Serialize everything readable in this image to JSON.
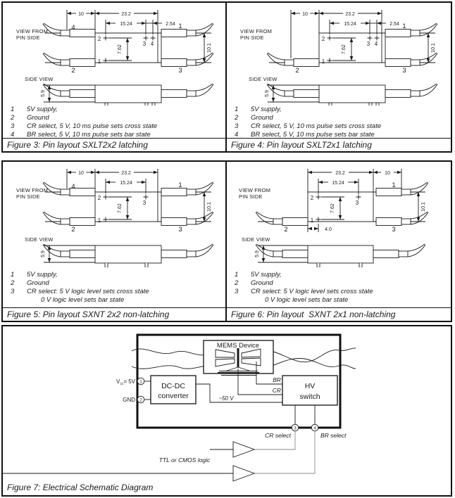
{
  "fig3": {
    "view_label1": "VIEW FROM",
    "view_label2": "PIN SIDE",
    "side_label": "SIDE VIEW",
    "dims": {
      "d10": "10",
      "dwidth": "23.2",
      "dspan": "15.24",
      "dgap": "2.54",
      "dv": "7.62",
      "dh": "10.1",
      "dside": "5.9"
    },
    "ports": {
      "tl": "4",
      "bl": "2",
      "tr": "1",
      "br": "3"
    },
    "pins": {
      "p2": "2",
      "p1": "1",
      "p3": "3",
      "p4": "4"
    },
    "notes": [
      {
        "n": "1",
        "t": "5V supply,"
      },
      {
        "n": "2",
        "t": "Ground"
      },
      {
        "n": "3",
        "t": "CR select, 5 V, 10 ms pulse sets cross state"
      },
      {
        "n": "4",
        "t": "BR select, 5 V, 10 ms pulse sets bar state"
      }
    ],
    "caption": "Figure 3: Pin layout SXLT2x2 latching"
  },
  "fig4": {
    "view_label1": "VIEW FROM",
    "view_label2": "PIN SIDE",
    "side_label": "SIDE VIEW",
    "dims": {
      "d10": "10",
      "dwidth": "23.2",
      "dspan": "15.24",
      "dgap": "2.54",
      "dv": "7.62",
      "dh": "10.1",
      "dside": "5.9"
    },
    "ports": {
      "bl": "2",
      "tr": "1",
      "br": "3"
    },
    "pins": {
      "p2": "2",
      "p1": "1",
      "p3": "3",
      "p4": "4"
    },
    "notes": [
      {
        "n": "1",
        "t": "5V supply,"
      },
      {
        "n": "2",
        "t": "Ground"
      },
      {
        "n": "3",
        "t": "CR select, 5 V, 10 ms pulse sets cross state"
      },
      {
        "n": "4",
        "t": "BR select, 5 V, 10 ms pulse sets bar state"
      }
    ],
    "caption": "Figure 4: Pin layout SXLT2x1 latching"
  },
  "fig5": {
    "view_label1": "VIEW FROM",
    "view_label2": "PIN SIDE",
    "side_label": "SIDE VIEW",
    "dims": {
      "d10": "10",
      "dwidth": "23.2",
      "dspan": "15.24",
      "dv": "7.62",
      "dh": "10.1",
      "dside": "5.9"
    },
    "ports": {
      "tl": "4",
      "bl": "2",
      "tr": "1",
      "br": "3"
    },
    "pins": {
      "p2": "2",
      "p1": "1",
      "p3": "3"
    },
    "notes": [
      {
        "n": "1",
        "t": "5V supply,"
      },
      {
        "n": "2",
        "t": "Ground"
      },
      {
        "n": "3",
        "t": "CR select: 5 V logic level sets cross state"
      }
    ],
    "note_cont": "0 V logic level sets bar state",
    "caption": "Figure 5: Pin layout SXNT 2x2 non-latching"
  },
  "fig6": {
    "view_label1": "VIEW FROM",
    "view_label2": "PIN SIDE",
    "side_label": "SIDE VIEW",
    "dims": {
      "d10": "10",
      "dwidth": "23.2",
      "dspan": "15.24",
      "doff": "4.0",
      "dv": "7.62",
      "dh": "10.1",
      "dside": "5.9"
    },
    "ports": {
      "bl": "2",
      "tr": "1",
      "br": "3"
    },
    "pins": {
      "p2": "2",
      "p1": "1",
      "p3": "3"
    },
    "notes": [
      {
        "n": "1",
        "t": "5V supply,"
      },
      {
        "n": "2",
        "t": "Ground"
      },
      {
        "n": "3",
        "t": "CR select: 5 V logic level sets cross state"
      }
    ],
    "note_cont": "0 V logic level sets bar state",
    "caption": "Figure 6: Pin layout  SXNT 2x1 non-latching"
  },
  "fig7": {
    "mems_label": "MEMS Device",
    "dcdc_line1": "DC-DC",
    "dcdc_line2": "converter",
    "hv_line1": "HV",
    "hv_line2": "switch",
    "vcc_v": "V",
    "vcc_sub": "cc",
    "vcc_rest": "= 5V",
    "gnd": "GND",
    "pin1": "1",
    "pin2": "2",
    "pin3": "3",
    "pin4": "4",
    "br": "BR",
    "cr": "CR",
    "hv_voltage": "~50 V",
    "cr_select": "CR select",
    "br_select": "BR select",
    "logic_label": "TTL or CMOS logic",
    "caption": "Figure 7: Electrical Schematic Diagram"
  }
}
